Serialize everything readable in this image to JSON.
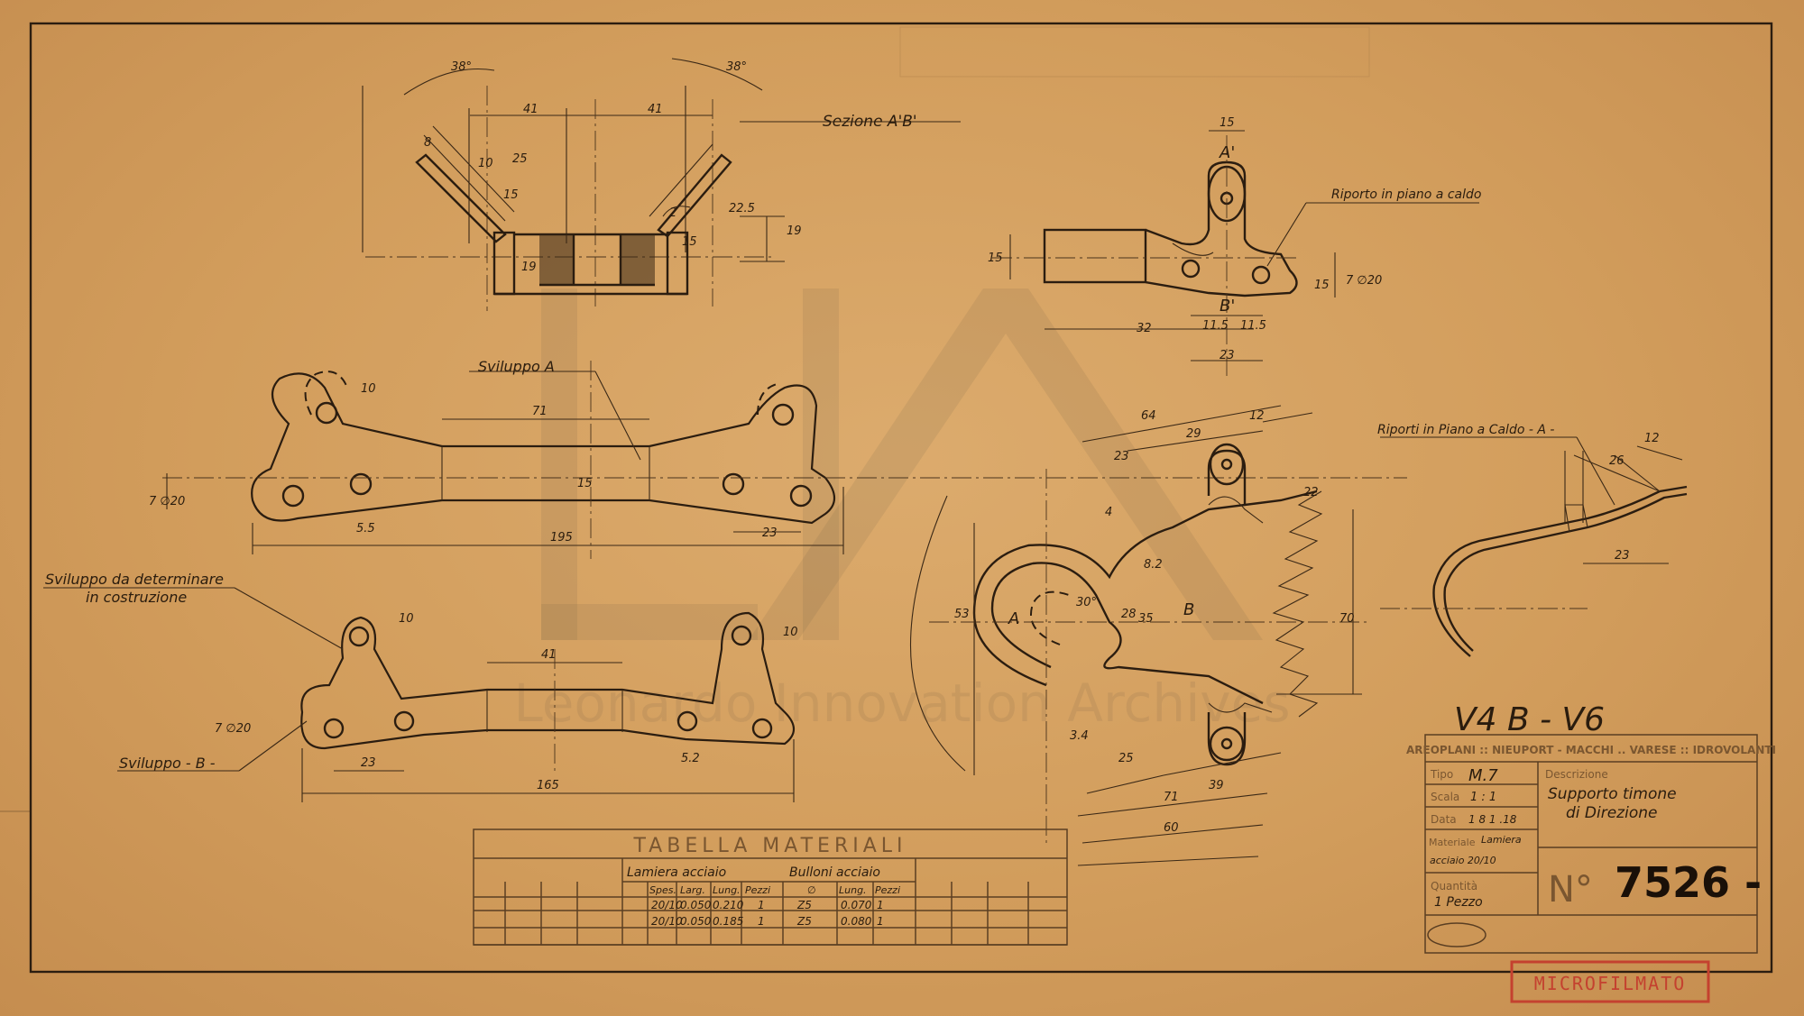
{
  "view_labels": {
    "sezione": "Sezione A'B'",
    "sviluppo_a": "Sviluppo A",
    "sviluppo_b": "Sviluppo - B -",
    "sviluppo_det_1": "Sviluppo da determinare",
    "sviluppo_det_2": "in costruzione",
    "riporto": "Riporto in piano a caldo",
    "riporti": "Riporti in Piano a Caldo - A -",
    "A_prime": "A'",
    "B_prime": "B'",
    "A": "A",
    "B": "B",
    "model": "V4 B - V6"
  },
  "dimensions": {
    "angle_left": "38°",
    "angle_right": "38°",
    "sec_41_left": "41",
    "sec_41_right": "41",
    "sec_19": "19",
    "sec_19b": "19",
    "sec_25": "25",
    "sec_15": "15",
    "sec_10": "10",
    "sec_8": "8",
    "sec_2": "2",
    "sec_225": "22.5",
    "sec_15b": "15",
    "dev_71": "71",
    "dev_195": "195",
    "dev_15": "15",
    "dev_23": "23",
    "dev_10": "10",
    "dev_7": "7 ∅20",
    "dev_55": "5.5",
    "devb_41": "41",
    "devb_165": "165",
    "devb_23": "23",
    "devb_10a": "10",
    "devb_10b": "10",
    "devb_7": "7 ∅20",
    "devb_52": "5.2",
    "side_15": "15",
    "side_15b": "15",
    "side_15c": "15",
    "side_32": "32",
    "side_115a": "11.5",
    "side_115b": "11.5",
    "side_23": "23",
    "side_7": "7 ∅20",
    "main_64": "64",
    "main_29": "29",
    "main_23": "23",
    "main_12": "12",
    "main_4": "4",
    "main_8": "8.2",
    "main_30": "30°",
    "main_28": "28",
    "main_35": "35",
    "main_53": "53",
    "main_70": "70",
    "main_34": "3.4",
    "main_25": "25",
    "main_39": "39",
    "main_71": "71",
    "main_60": "60",
    "main_22": "22",
    "right_26": "26",
    "right_12": "12",
    "right_23": "23"
  },
  "materials_table": {
    "title": "TABELLA MATERIALI",
    "group_sheet": "Lamiera acciaio",
    "group_bolts": "Bulloni acciaio",
    "headers": [
      "Spes.",
      "Larg.",
      "Lung.",
      "Pezzi",
      "∅",
      "Lung.",
      "Pezzi"
    ],
    "rows": [
      [
        "20/10",
        "0.050",
        "0.210",
        "1",
        "Z5",
        "0.070",
        "1"
      ],
      [
        "20/10",
        "0.050",
        "0.185",
        "1",
        "Z5",
        "0.080",
        "1"
      ]
    ]
  },
  "title_block": {
    "company": "AREOPLANI :: NIEUPORT - MACCHI .. VARESE :: IDROVOLANTI",
    "tipo_label": "Tipo",
    "tipo_value": "M.7",
    "scala_label": "Scala",
    "scala_value": "1 : 1",
    "data_label": "Data",
    "data_value": "1  8  1 .18",
    "materiale_label": "Materiale",
    "materiale_value_1": "Lamiera",
    "materiale_value_2": "acciaio  20/10",
    "quantita_label": "Quantità",
    "quantita_value": "1 Pezzo",
    "descrizione_label": "Descrizione",
    "descrizione_1": "Supporto timone",
    "descrizione_2": "di Direzione",
    "numero_prefix": "N°",
    "numero": "7526 -"
  },
  "stamp": "MICROFILMATO",
  "watermark": "Leonardo Innovation Archives",
  "colors": {
    "paper": "#d3a062",
    "ink": "#2b1d10",
    "stamp_red": "#c4412f"
  }
}
